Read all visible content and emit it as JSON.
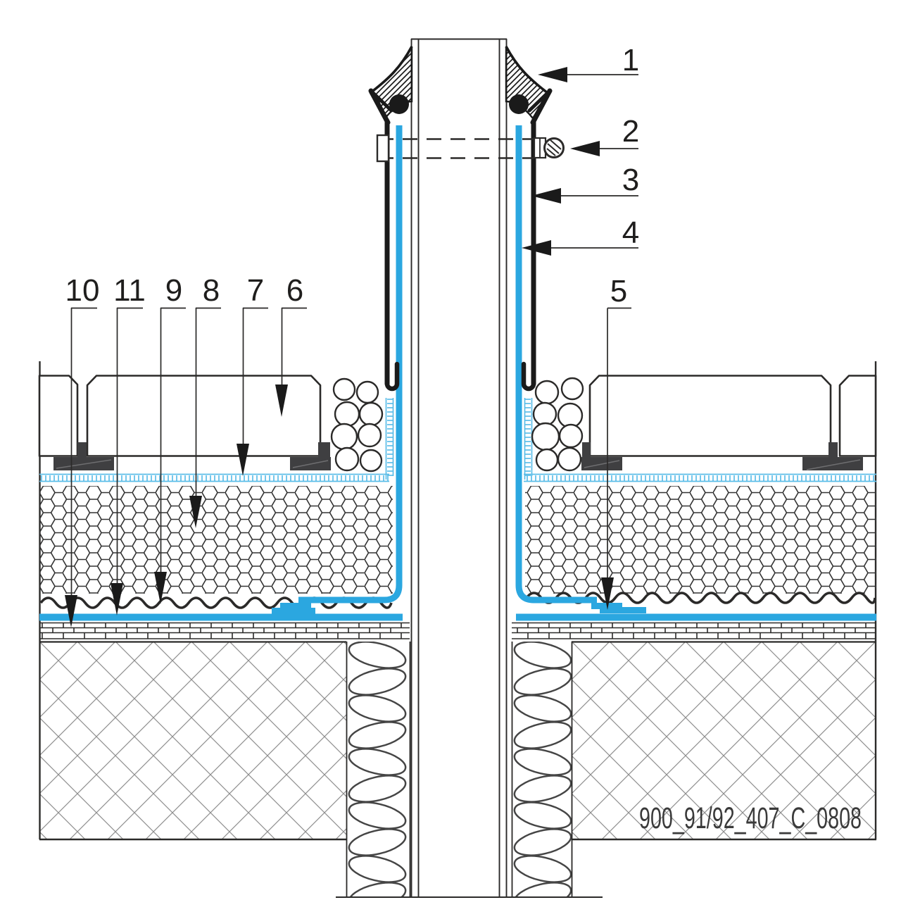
{
  "figure": {
    "kind": "roof-penetration-construction-detail",
    "drawing_code": "900_91/92_407_C_0808",
    "callouts_left": [
      {
        "label": "10"
      },
      {
        "label": "11"
      },
      {
        "label": "9"
      },
      {
        "label": "8"
      },
      {
        "label": "7"
      },
      {
        "label": "6"
      }
    ],
    "callouts_right": [
      {
        "label": "1"
      },
      {
        "label": "2"
      },
      {
        "label": "3"
      },
      {
        "label": "4"
      },
      {
        "label": "5"
      }
    ],
    "colors": {
      "membrane_blue": "#2BA7E0",
      "protection_blue": "#5BBDE8",
      "line": "#2B2A29",
      "hatch_gray": "#8E8E8E",
      "support_dark": "#3F3F41"
    }
  }
}
